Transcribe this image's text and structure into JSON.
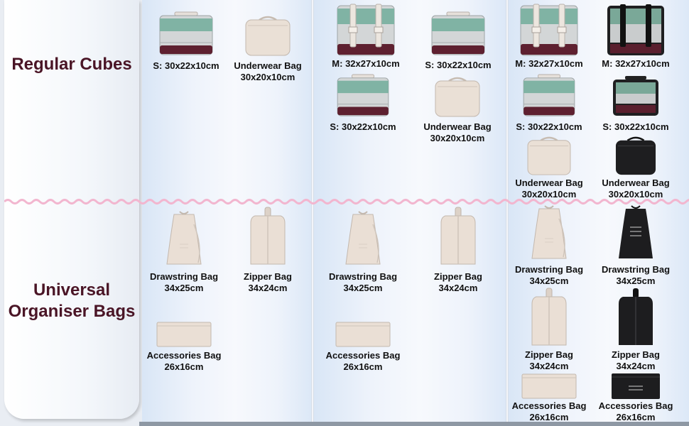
{
  "row_labels": {
    "regular": "Regular Cubes",
    "universal_line1": "Universal",
    "universal_line2": "Organiser Bags"
  },
  "columns": [
    {
      "regular": [
        {
          "icon": "cube-icon",
          "variant": "green",
          "line1": "S: 30x22x10cm",
          "line2": ""
        },
        {
          "icon": "underwear-bag-icon",
          "variant": "beige",
          "line1": "Underwear Bag",
          "line2": "30x20x10cm"
        }
      ],
      "universal": [
        {
          "icon": "drawstring-bag-icon",
          "variant": "beige",
          "line1": "Drawstring Bag",
          "line2": "34x25cm"
        },
        {
          "icon": "zipper-bag-icon",
          "variant": "beige",
          "line1": "Zipper Bag",
          "line2": "34x24cm"
        },
        {
          "icon": "accessories-bag-icon",
          "variant": "beige",
          "line1": "Accessories Bag",
          "line2": "26x16cm"
        }
      ]
    },
    {
      "regular": [
        {
          "icon": "cube-icon",
          "variant": "green-large",
          "line1": "M: 32x27x10cm",
          "line2": ""
        },
        {
          "icon": "cube-icon",
          "variant": "green",
          "line1": "S: 30x22x10cm",
          "line2": ""
        },
        {
          "icon": "cube-icon",
          "variant": "green",
          "line1": "S: 30x22x10cm",
          "line2": ""
        },
        {
          "icon": "underwear-bag-icon",
          "variant": "beige",
          "line1": "Underwear Bag",
          "line2": "30x20x10cm"
        }
      ],
      "universal": [
        {
          "icon": "drawstring-bag-icon",
          "variant": "beige",
          "line1": "Drawstring Bag",
          "line2": "34x25cm"
        },
        {
          "icon": "zipper-bag-icon",
          "variant": "beige",
          "line1": "Zipper Bag",
          "line2": "34x24cm"
        },
        {
          "icon": "accessories-bag-icon",
          "variant": "beige",
          "line1": "Accessories Bag",
          "line2": "26x16cm"
        }
      ]
    },
    {
      "regular": [
        {
          "icon": "cube-icon",
          "variant": "green-large",
          "line1": "M: 32x27x10cm",
          "line2": ""
        },
        {
          "icon": "cube-icon",
          "variant": "black-large",
          "line1": "M: 32x27x10cm",
          "line2": ""
        },
        {
          "icon": "cube-icon",
          "variant": "green",
          "line1": "S: 30x22x10cm",
          "line2": ""
        },
        {
          "icon": "cube-icon",
          "variant": "black",
          "line1": "S: 30x22x10cm",
          "line2": ""
        },
        {
          "icon": "underwear-bag-icon",
          "variant": "beige",
          "line1": "Underwear Bag",
          "line2": "30x20x10cm"
        },
        {
          "icon": "underwear-bag-icon",
          "variant": "black",
          "line1": "Underwear Bag",
          "line2": "30x20x10cm"
        }
      ],
      "universal": [
        {
          "icon": "drawstring-bag-icon",
          "variant": "beige",
          "line1": "Drawstring Bag",
          "line2": "34x25cm"
        },
        {
          "icon": "drawstring-bag-icon",
          "variant": "black",
          "line1": "Drawstring Bag",
          "line2": "34x25cm"
        },
        {
          "icon": "zipper-bag-icon",
          "variant": "beige",
          "line1": "Zipper Bag",
          "line2": "34x24cm"
        },
        {
          "icon": "zipper-bag-icon",
          "variant": "black",
          "line1": "Zipper Bag",
          "line2": "34x24cm"
        },
        {
          "icon": "accessories-bag-icon",
          "variant": "beige",
          "line1": "Accessories Bag",
          "line2": "26x16cm"
        },
        {
          "icon": "accessories-bag-icon",
          "variant": "black",
          "line1": "Accessories Bag",
          "line2": "26x16cm"
        }
      ]
    }
  ],
  "colors": {
    "label_text": "#4a1526",
    "wave": "#f2b6cf",
    "cube_green": "#7fb1a2",
    "cube_grey": "#d2d5d6",
    "cube_maroon": "#5e2030",
    "beige": "#e8dcd2",
    "black": "#1e1e20"
  }
}
